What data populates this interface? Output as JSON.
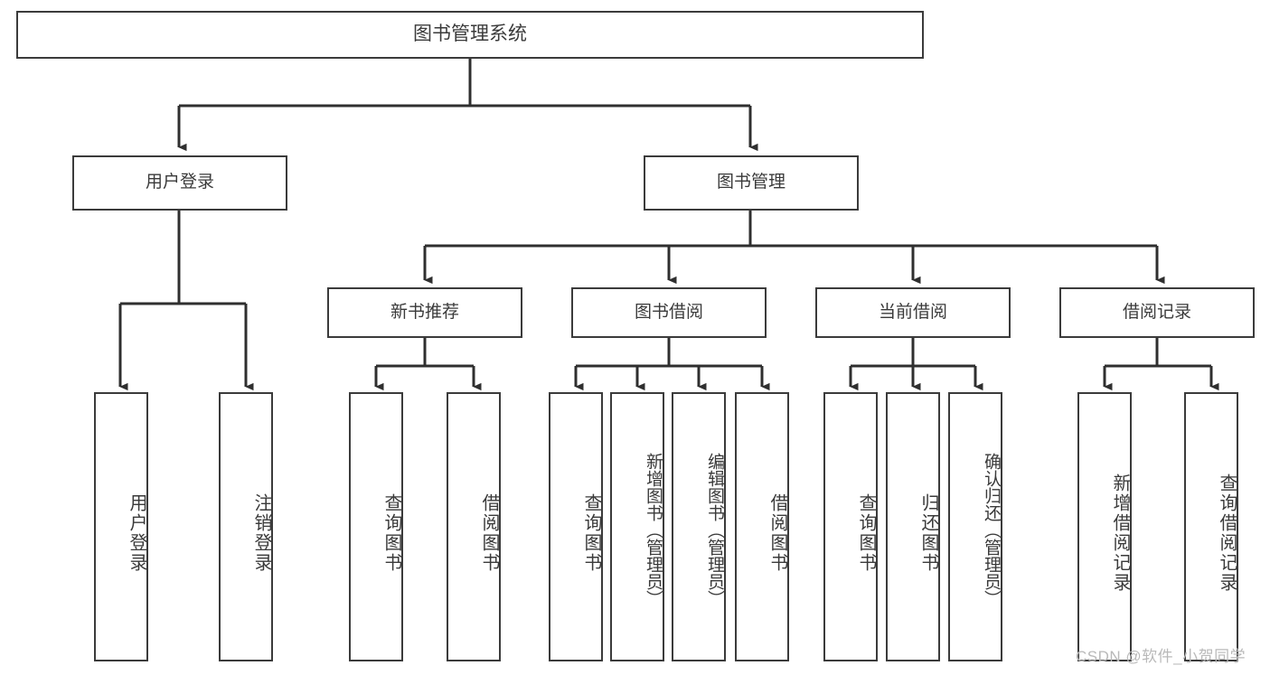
{
  "diagram": {
    "title": "图书管理系统",
    "root": {
      "label": "图书管理系统"
    },
    "level2": [
      {
        "label": "用户登录"
      },
      {
        "label": "图书管理"
      }
    ],
    "level3": [
      {
        "label": "新书推荐"
      },
      {
        "label": "图书借阅"
      },
      {
        "label": "当前借阅"
      },
      {
        "label": "借阅记录"
      }
    ],
    "leaves": [
      {
        "label": "用户登录",
        "parent": "用户登录"
      },
      {
        "label": "注销登录",
        "parent": "用户登录"
      },
      {
        "label": "查询图书",
        "parent": "新书推荐"
      },
      {
        "label": "借阅图书",
        "parent": "新书推荐"
      },
      {
        "label": "查询图书",
        "parent": "图书借阅"
      },
      {
        "label": "新增图书（管理员）",
        "parent": "图书借阅"
      },
      {
        "label": "编辑图书（管理员）",
        "parent": "图书借阅"
      },
      {
        "label": "借阅图书",
        "parent": "图书借阅"
      },
      {
        "label": "查询图书",
        "parent": "当前借阅"
      },
      {
        "label": "归还图书",
        "parent": "当前借阅"
      },
      {
        "label": "确认归还（管理员）",
        "parent": "当前借阅"
      },
      {
        "label": "新增借阅记录",
        "parent": "借阅记录"
      },
      {
        "label": "查询借阅记录",
        "parent": "借阅记录"
      }
    ]
  },
  "watermark": {
    "text": "CSDN @软件_小贺同学"
  },
  "colors": {
    "border": "#3b3b3b",
    "text": "#3a3a3a",
    "background": "#ffffff",
    "watermark": "#b9b9b9"
  }
}
